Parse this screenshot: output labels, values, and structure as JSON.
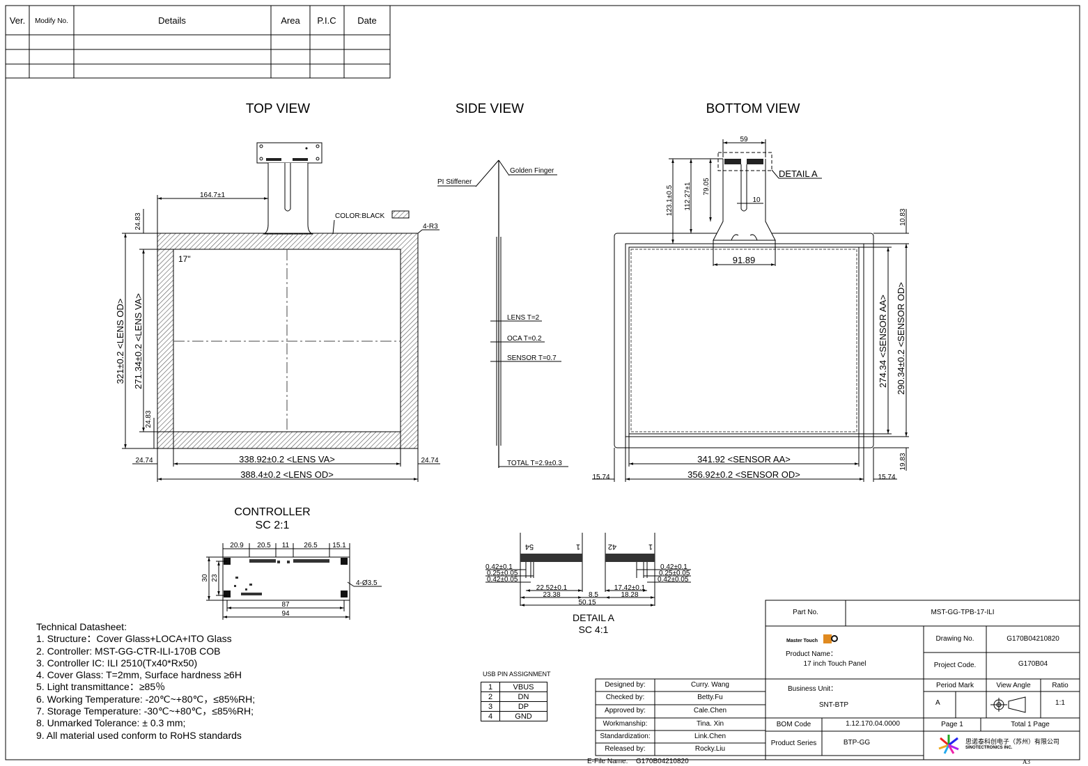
{
  "revision_table": {
    "headers": [
      "Ver.",
      "Modify No.",
      "Details",
      "Area",
      "P.I.C",
      "Date"
    ],
    "rows": [
      [
        "",
        "",
        "",
        "",
        "",
        ""
      ],
      [
        "",
        "",
        "",
        "",
        "",
        ""
      ],
      [
        "",
        "",
        "",
        "",
        "",
        ""
      ]
    ]
  },
  "views": {
    "top": "TOP VIEW",
    "side": "SIDE VIEW",
    "bottom": "BOTTOM VIEW",
    "controller_title": "CONTROLLER",
    "controller_scale": "SC 2:1",
    "detail_title": "DETAIL A",
    "detail_scale": "SC 4:1"
  },
  "top_view": {
    "color_note": "COLOR:BLACK",
    "corner_radius": "4-R3",
    "size_label": "17\"",
    "dim_fpc_offset": "164.7±1",
    "dim_top_border": "24.83",
    "dim_bottom_border": "24.83",
    "dim_lens_od_h": "321±0.2 <LENS OD>",
    "dim_lens_va_h": "271.34±0.2 <LENS VA>",
    "dim_left_border": "24.74",
    "dim_right_border": "24.74",
    "dim_lens_va_w": "338.92±0.2 <LENS VA>",
    "dim_lens_od_w": "388.4±0.2 <LENS OD>"
  },
  "side_view": {
    "pi_stiffener": "PI Stiffener",
    "golden_finger": "Golden Finger",
    "lens": "LENS T=2",
    "oca": "OCA T=0.2",
    "sensor": "SENSOR T=0.7",
    "total": "TOTAL T=2.9±0.3"
  },
  "bottom_view": {
    "detail_a": "DETAIL A",
    "dim_59": "59",
    "dim_10": "10",
    "dim_123": "123.1±0.5",
    "dim_112": "112.27±1",
    "dim_79": "79.05",
    "dim_91": "91.89",
    "dim_10_83": "10.83",
    "dim_19_83": "19.83",
    "dim_sensor_aa_h": "274.34 <SENSOR AA>",
    "dim_sensor_od_h": "290.34±0.2 <SENSOR OD>",
    "dim_sensor_aa_w": "341.92 <SENSOR AA>",
    "dim_sensor_od_w": "356.92±0.2 <SENSOR OD>",
    "dim_left": "15.74",
    "dim_right": "15.74"
  },
  "controller": {
    "dims_top": [
      "20.9",
      "20.5",
      "11",
      "26.5",
      "15.1"
    ],
    "dim_30": "30",
    "dim_23": "23",
    "dim_87": "87",
    "dim_94": "94",
    "holes": "4-Ø3.5"
  },
  "detail": {
    "pin_54": "54",
    "pin_1a": "1",
    "pin_42": "42",
    "pin_1b": "1",
    "left_tol": [
      "0.42±0.1",
      "0.25±0.05",
      "0.42±0.05"
    ],
    "right_tol": [
      "0.42±0.1",
      "0.25±0.05",
      "0.42±0.05"
    ],
    "dim_22_52": "22.52±0.1",
    "dim_23_38": "23.38",
    "dim_8_5": "8.5",
    "dim_17_42": "17.42±0.1",
    "dim_18_28": "18.28",
    "dim_50_15": "50.15"
  },
  "datasheet": {
    "title": "Technical Datasheet:",
    "items": [
      "1. Structure：Cover Glass+LOCA+ITO Glass",
      "2. Controller: MST-GG-CTR-ILI-170B    COB",
      "3. Controller IC: ILI 2510(Tx40*Rx50)",
      "4. Cover Glass: T=2mm, Surface hardness ≥6H",
      "5. Light transmittance：≥85％",
      "6. Working Temperature: -20℃~+80℃，≤85%RH;",
      "7. Storage Temperature: -30℃~+80℃，≤85%RH;",
      "8. Unmarked Tolerance: ± 0.3 mm;",
      "9. All material used conform to RoHS standards"
    ]
  },
  "usb": {
    "title": "USB PIN ASSIGNMENT",
    "pins": [
      [
        "1",
        "VBUS"
      ],
      [
        "2",
        "DN"
      ],
      [
        "3",
        "DP"
      ],
      [
        "4",
        "GND"
      ]
    ]
  },
  "title_block": {
    "part_no_label": "Part No.",
    "part_no": "MST-GG-TPB-17-ILI",
    "logo_text": "Master Touch",
    "product_name_label": "Product Name：",
    "product_name": "17 inch Touch Panel",
    "drawing_no_label": "Drawing No.",
    "drawing_no": "G170B04210820",
    "project_code_label": "Project Code.",
    "project_code": "G170B04",
    "business_unit_label": "Business Unit：",
    "business_unit": "SNT-BTP",
    "period_mark_label": "Period Mark",
    "period_mark": "A",
    "view_angle_label": "View Angle",
    "ratio_label": "Ratio",
    "ratio": "1:1",
    "bom_code_label": "BOM Code",
    "bom_code": "1.12.170.04.0000",
    "page": "Page 1",
    "total_page": "Total 1 Page",
    "product_series_label": "Product Series",
    "product_series": "BTP-GG",
    "company_cn": "思诺泰科创电子（苏州）有限公司",
    "company_en": "SINOTECTRONICS INC.",
    "people": [
      [
        "Designed by:",
        "Curry. Wang"
      ],
      [
        "Checked by:",
        "Betty.Fu"
      ],
      [
        "Approved by:",
        "Cale.Chen"
      ],
      [
        "Workmanship:",
        "Tina. Xin"
      ],
      [
        "Standardization:",
        "Link.Chen"
      ],
      [
        "Released by:",
        "Rocky.Liu"
      ]
    ],
    "efile_label": "E-File Name:",
    "efile": "G170B04210820",
    "sheet_size": "A3"
  },
  "colors": {
    "line": "#000000",
    "hatch": "#555555",
    "dash": "#444444"
  }
}
